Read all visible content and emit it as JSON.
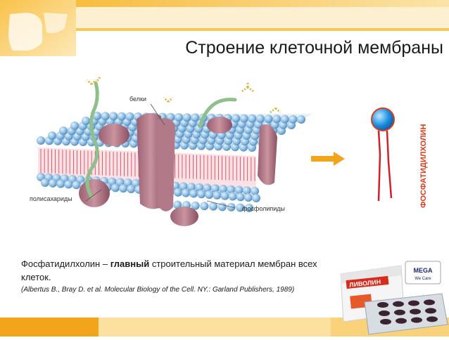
{
  "slide": {
    "title": "Строение клеточной мембраны",
    "colors": {
      "orange": "#f2a51a",
      "light_orange": "#f9d27a",
      "accent_red": "#e03a1a",
      "membrane_blue": "#7fb2da"
    }
  },
  "diagram": {
    "labels": {
      "proteins": "белки",
      "polysaccharides": "полисахариды",
      "phospholipids": "фосфолипиды"
    }
  },
  "lipid": {
    "vertical_label": "ФОСФАТИДИЛХОЛИН",
    "arrow_icon": "arrow-right-icon"
  },
  "text": {
    "part1": "Фосфатидилхолин – ",
    "bold": "главный",
    "part2": " строительный материал мембран всех клеток.",
    "citation": "(Albertus B., Bray D.  et al. Molecular Biology of the Cell. NY.: Garland Publishers, 1989)"
  },
  "product": {
    "brand": "ЛИВОЛИН",
    "badge_line1": "MEGA",
    "badge_line2": "We Care"
  }
}
